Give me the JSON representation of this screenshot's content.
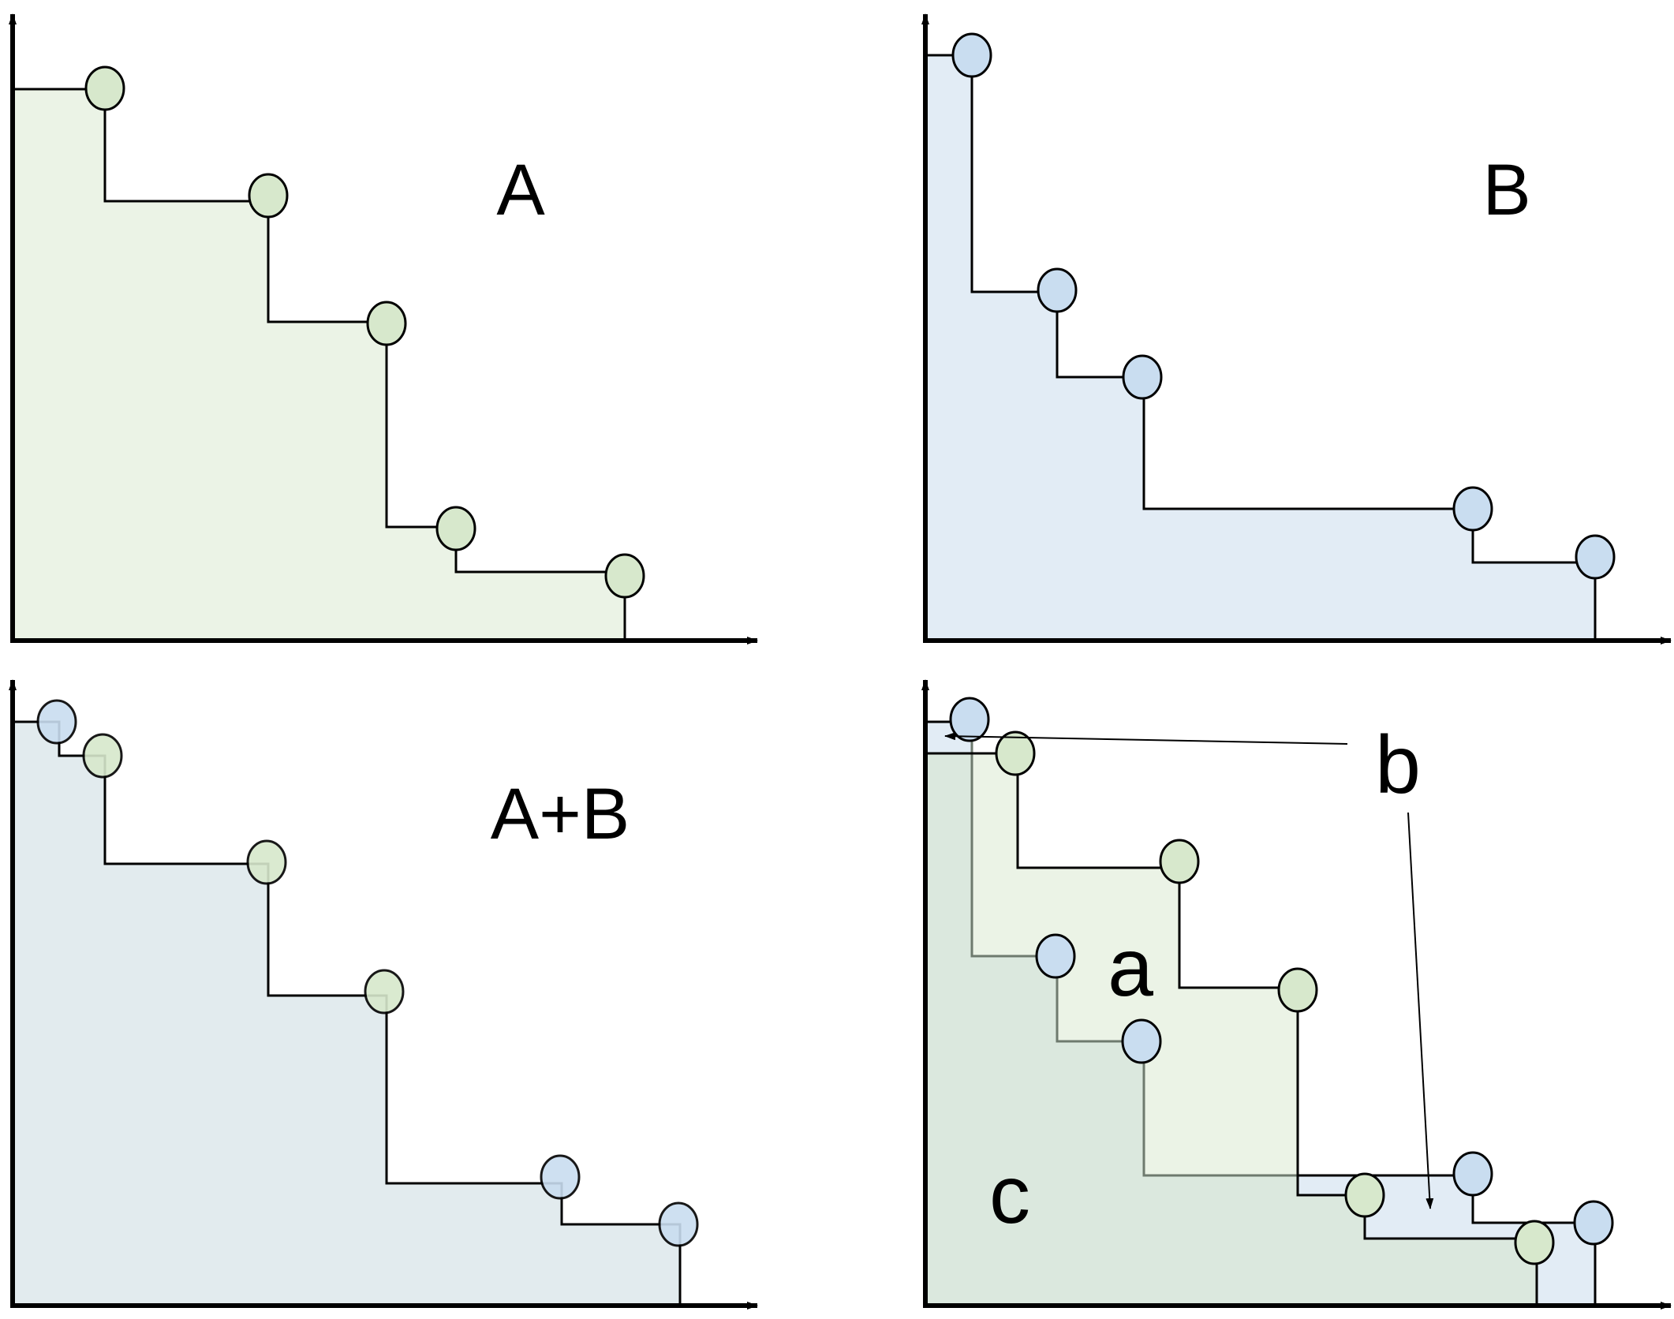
{
  "colors": {
    "set_a_fill": "#ebf3e6",
    "set_a_point": "#d7e8cc",
    "set_b_fill": "#e2ecf5",
    "set_b_point": "#c9ddf0",
    "union_fill": "#e2ebee",
    "intersection_fill": "#dbe8de",
    "stroke": "#000000",
    "secondary_stroke": "#6e7a6e"
  },
  "panels": [
    {
      "id": "top-left",
      "label": "A"
    },
    {
      "id": "top-right",
      "label": "B"
    },
    {
      "id": "bottom-left",
      "label": "A+B"
    },
    {
      "id": "bottom-right",
      "label": ""
    }
  ],
  "region_labels": {
    "a": "a",
    "b": "b",
    "c": "c"
  }
}
